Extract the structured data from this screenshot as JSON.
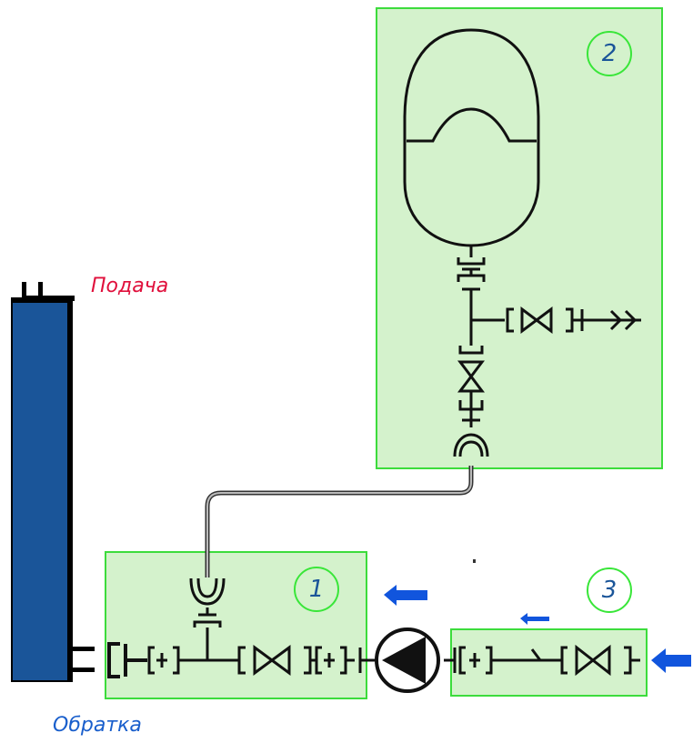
{
  "labels": {
    "supply": "Подача",
    "return": "Обратка"
  },
  "zones": [
    {
      "number": "1"
    },
    {
      "number": "2"
    },
    {
      "number": "3"
    }
  ],
  "colors": {
    "boiler": "#1a5599",
    "zone_fill": "#d4f2cc",
    "zone_border": "#3cdc3c",
    "arrow": "#1155dd",
    "supply_text": "#e0103c",
    "return_text": "#1a5fcc",
    "number_text": "#1a5599",
    "line": "#111111"
  },
  "icons": [
    "boiler-tank",
    "expansion-tank",
    "circulation-pump",
    "ball-valve",
    "union-fitting",
    "flow-arrow"
  ]
}
